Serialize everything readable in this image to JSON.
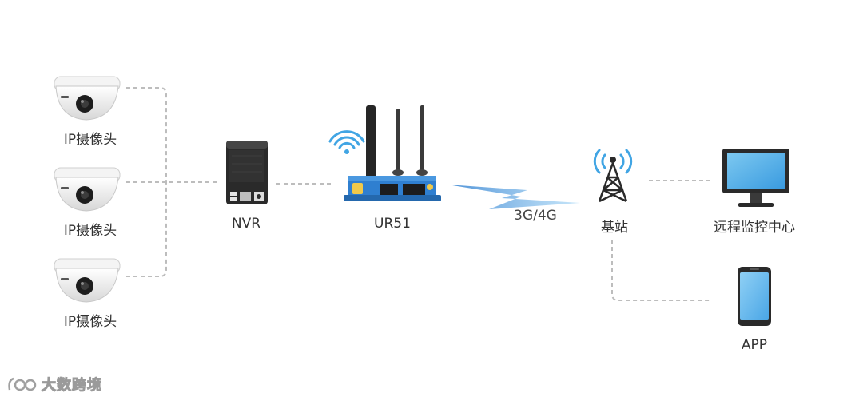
{
  "nodes": {
    "camera_1": {
      "label": "IP摄像头"
    },
    "camera_2": {
      "label": "IP摄像头"
    },
    "camera_3": {
      "label": "IP摄像头"
    },
    "nvr": {
      "label": "NVR"
    },
    "router": {
      "label": "UR51"
    },
    "base_station": {
      "label": "基站"
    },
    "monitoring_center": {
      "label": "远程监控中心"
    },
    "app": {
      "label": "APP"
    }
  },
  "links": {
    "wireless": {
      "label": "3G/4G"
    }
  },
  "watermark": {
    "text": "大数跨境"
  },
  "colors": {
    "line": "#bdbdbd",
    "signal": "#41a5e4",
    "router_body": "#2f7fd0",
    "device_dark": "#2a2a2a",
    "screen": "#5bb6ea"
  }
}
